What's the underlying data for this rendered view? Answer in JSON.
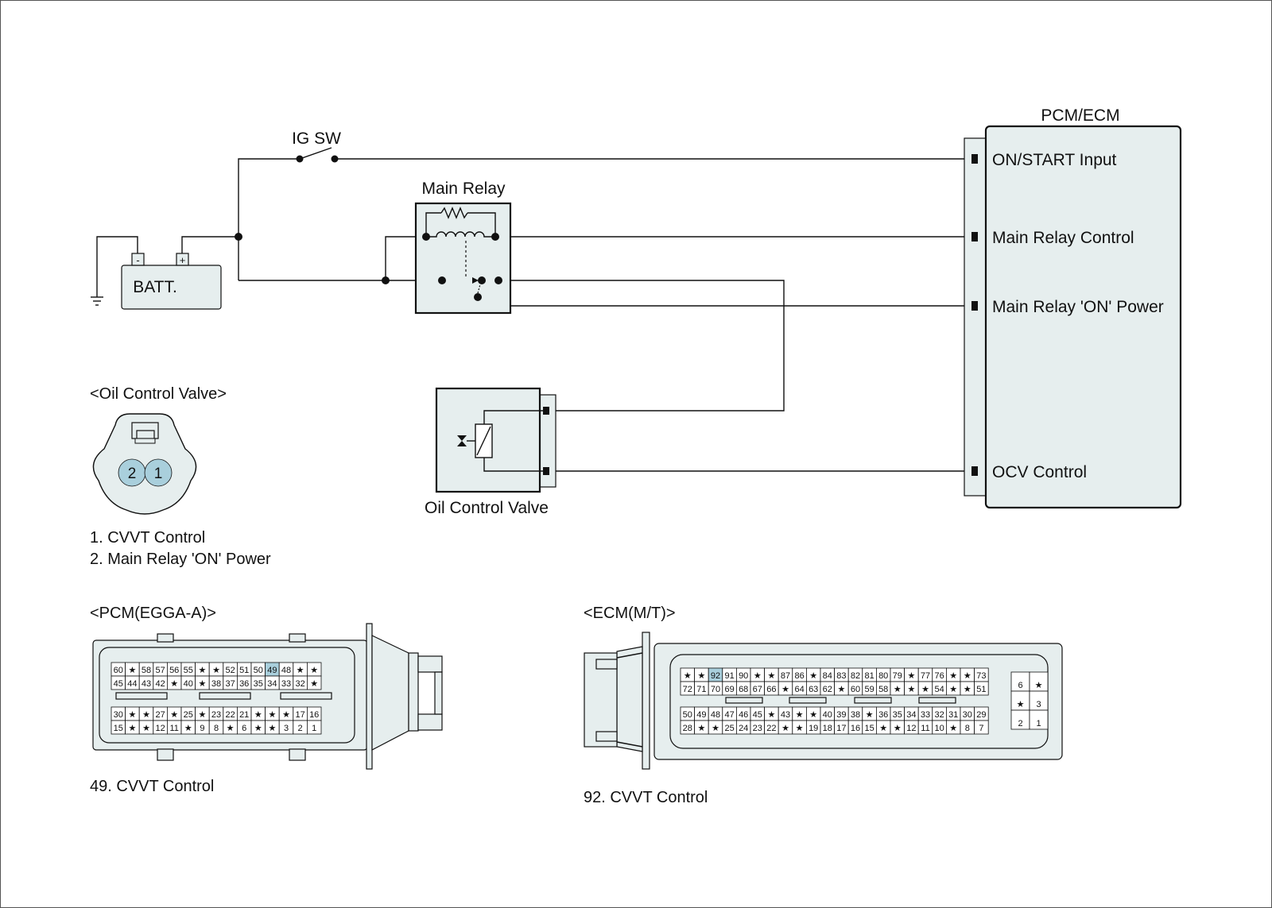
{
  "labels": {
    "ig_sw": "IG SW",
    "main_relay": "Main Relay",
    "batt": "BATT.",
    "batt_minus": "-",
    "batt_plus": "+",
    "pcm_ecm": "PCM/ECM",
    "ocv_component": "Oil Control Valve"
  },
  "pcm_ecm_terminals": [
    "ON/START Input",
    "Main Relay Control",
    "Main Relay 'ON' Power",
    "OCV Control"
  ],
  "ocv_connector": {
    "title": "<Oil Control Valve>",
    "pin_left": "2",
    "pin_right": "1",
    "legend": [
      "1. CVVT Control",
      "2. Main Relay 'ON' Power"
    ]
  },
  "pcm_connector": {
    "title": "<PCM(EGGA-A)>",
    "highlight": "49",
    "rows": [
      [
        "60",
        "★",
        "58",
        "57",
        "56",
        "55",
        "★",
        "★",
        "52",
        "51",
        "50",
        "49",
        "48",
        "★",
        "★"
      ],
      [
        "45",
        "44",
        "43",
        "42",
        "★",
        "40",
        "★",
        "38",
        "37",
        "36",
        "35",
        "34",
        "33",
        "32",
        "★"
      ],
      [
        "30",
        "★",
        "★",
        "27",
        "★",
        "25",
        "★",
        "23",
        "22",
        "21",
        "★",
        "★",
        "★",
        "17",
        "16"
      ],
      [
        "15",
        "★",
        "★",
        "12",
        "11",
        "★",
        "9",
        "8",
        "★",
        "6",
        "★",
        "★",
        "3",
        "2",
        "1"
      ]
    ],
    "caption": "49. CVVT Control"
  },
  "ecm_connector": {
    "title": "<ECM(M/T)>",
    "highlight": "92",
    "rows": [
      [
        "★",
        "★",
        "92",
        "91",
        "90",
        "★",
        "★",
        "87",
        "86",
        "★",
        "84",
        "83",
        "82",
        "81",
        "80",
        "79",
        "★",
        "77",
        "76",
        "★",
        "★",
        "73"
      ],
      [
        "72",
        "71",
        "70",
        "69",
        "68",
        "67",
        "66",
        "★",
        "64",
        "63",
        "62",
        "★",
        "60",
        "59",
        "58",
        "★",
        "★",
        "★",
        "54",
        "★",
        "★",
        "51"
      ],
      [
        "50",
        "49",
        "48",
        "47",
        "46",
        "45",
        "★",
        "43",
        "★",
        "★",
        "40",
        "39",
        "38",
        "★",
        "36",
        "35",
        "34",
        "33",
        "32",
        "31",
        "30",
        "29"
      ],
      [
        "28",
        "★",
        "★",
        "25",
        "24",
        "23",
        "22",
        "★",
        "★",
        "19",
        "18",
        "17",
        "16",
        "15",
        "★",
        "★",
        "12",
        "11",
        "10",
        "★",
        "8",
        "7"
      ]
    ],
    "side_rows": [
      [
        "6",
        "★"
      ],
      [
        "★",
        "3"
      ],
      [
        "2",
        "1"
      ]
    ],
    "caption": "92. CVVT Control"
  }
}
